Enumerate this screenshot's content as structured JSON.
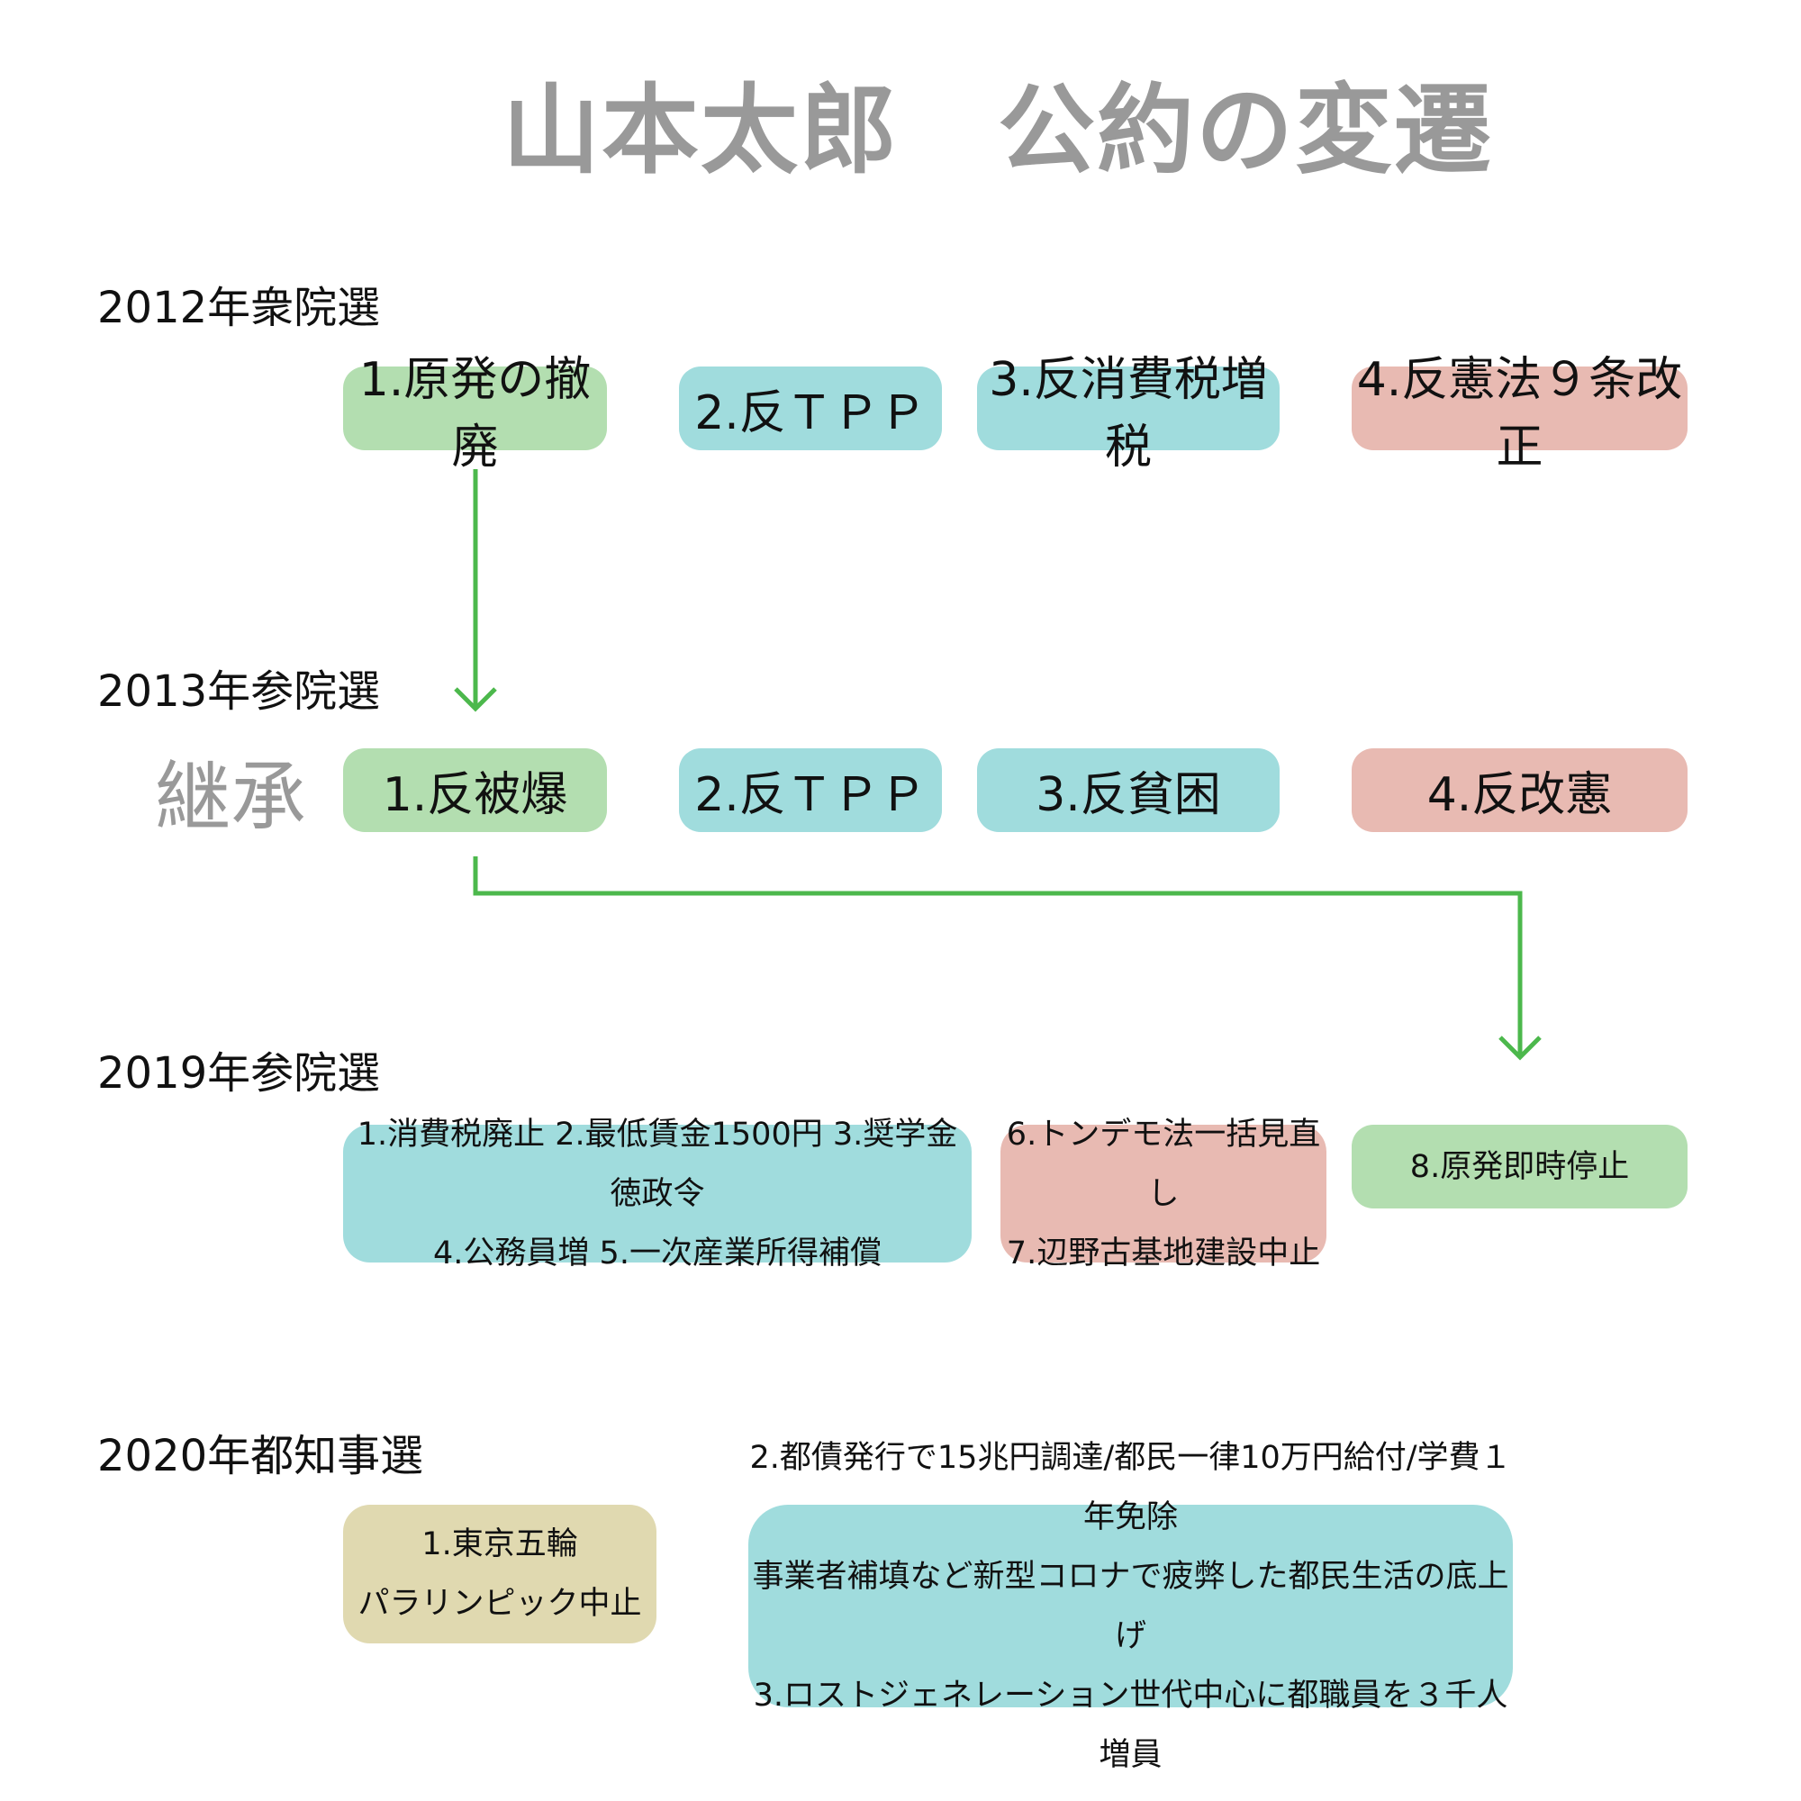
{
  "title": "山本太郎　公約の変遷",
  "inherit_label": "継承",
  "colors": {
    "green": "#b3deb0",
    "teal": "#a0dcdd",
    "pink": "#e8bab2",
    "beige": "#e0d9b0",
    "arrow": "#4cb84c"
  },
  "sections": [
    {
      "year": "2012年衆院選",
      "items": [
        "1.原発の撤廃",
        "2.反ＴＰＰ",
        "3.反消費税増税",
        "4.反憲法９条改正"
      ]
    },
    {
      "year": "2013年参院選",
      "items": [
        "1.反被爆",
        "2.反ＴＰＰ",
        "3.反貧困",
        "4.反改憲"
      ]
    },
    {
      "year": "2019年参院選",
      "items": [
        [
          "1.消費税廃止 2.最低賃金1500円 3.奨学金徳政令",
          "4.公務員増 5.一次産業所得補償"
        ],
        [
          "6.トンデモ法一括見直し",
          "7.辺野古基地建設中止"
        ],
        [
          "8.原発即時停止"
        ]
      ]
    },
    {
      "year": "2020年都知事選",
      "items": [
        [
          "1.東京五輪",
          "パラリンピック中止"
        ],
        [
          "2.都債発行で15兆円調達/都民一律10万円給付/学費１年免除",
          "事業者補填など新型コロナで疲弊した都民生活の底上げ",
          "3.ロストジェネレーション世代中心に都職員を３千人増員"
        ]
      ]
    }
  ]
}
